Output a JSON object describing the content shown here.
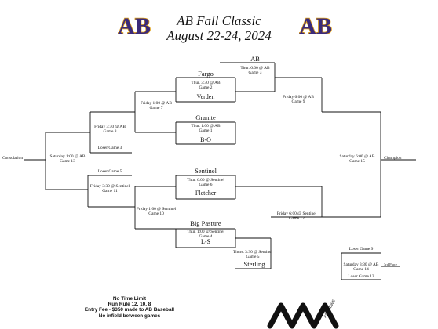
{
  "header": {
    "title_line1": "AB Fall Classic",
    "title_line2": "August 22-24, 2024",
    "logo_text": "AB"
  },
  "bracket": {
    "teams": {
      "ab": "AB",
      "fargo": "Fargo",
      "verden": "Verden",
      "granite": "Granite",
      "bo": "B-O",
      "sentinel": "Sentinel",
      "fletcher": "Fletcher",
      "big_pasture": "Big Pasture",
      "ls": "L-S",
      "sterling": "Sterling"
    },
    "games": {
      "g1": {
        "time": "Thur. 1:00 @ AB",
        "label": "Game 1"
      },
      "g2": {
        "time": "Thur. 3:30 @ AB",
        "label": "Game 2"
      },
      "g3": {
        "time": "Thur. 6:00 @ AB",
        "label": "Game 3"
      },
      "g4": {
        "time": "Thur. 1:00 @ Sentinel",
        "label": "Game 4"
      },
      "g5": {
        "time": "Thurs. 3:30 @ Sentinel",
        "label": "Game 5"
      },
      "g6": {
        "time": "Thur. 6:00 @ Sentinel",
        "label": "Game 6"
      },
      "g7": {
        "time": "Friday 1:00 @ AB",
        "label": "Game 7"
      },
      "g8": {
        "time": "Friday 3:30 @ AB",
        "label": "Game 8"
      },
      "g9": {
        "time": "Friday 6:00 @ AB",
        "label": "Game 9"
      },
      "g10": {
        "time": "Friday 1:00 @ Sentinel",
        "label": "Game 10"
      },
      "g11": {
        "time": "Friday 3:30 @ Sentinel",
        "label": "Game 11"
      },
      "g12": {
        "time": "Friday 6:00 @ Sentinel",
        "label": "Game 12"
      },
      "g13": {
        "time": "Saturday 1:00 @ AB",
        "label": "Game 13"
      },
      "g14": {
        "time": "Saturday 3:30 @ AB",
        "label": "Game 14"
      },
      "g15": {
        "time": "Saturday 6:00 @ AB",
        "label": "Game 15"
      }
    },
    "slots": {
      "loser_game_3": "Loser Game 3",
      "loser_game_5": "Loser Game 5",
      "loser_game_9": "Loser Game 9",
      "loser_game_12": "Loser Game 12"
    },
    "labels": {
      "consolation": "Consolation",
      "champion": "Champion",
      "third_place": "3rd Place"
    }
  },
  "notes": [
    "No Time Limit",
    "Run Rule 12, 10, 8",
    "Entry Fee - $350 made to AB Baseball",
    "No infield between games"
  ],
  "sponsor": {
    "text": "ANDREWS"
  },
  "colors": {
    "logo_purple": "#3b2a7a",
    "logo_gold": "#e0a21a",
    "line": "#111111"
  }
}
